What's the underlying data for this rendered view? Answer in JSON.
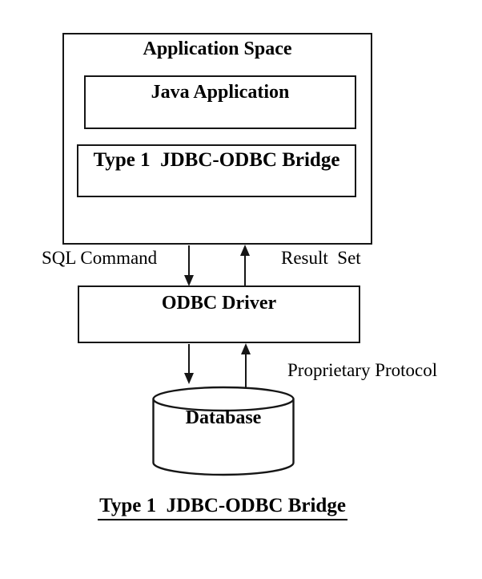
{
  "diagram": {
    "caption": "Type 1  JDBC-ODBC Bridge",
    "application_space": {
      "label": "Application Space"
    },
    "java_application": {
      "label": "Java Application"
    },
    "jdbc_bridge": {
      "label": "Type 1  JDBC-ODBC Bridge"
    },
    "odbc_driver": {
      "label": "ODBC Driver"
    },
    "database": {
      "label": "Database",
      "shape": "cylinder"
    },
    "flows": {
      "sql_command": "SQL Command",
      "result_set": "Result  Set",
      "proprietary_protocol": "Proprietary Protocol"
    },
    "colors": {
      "line": "#161616",
      "background": "#ffffff",
      "text": "#000000"
    }
  }
}
